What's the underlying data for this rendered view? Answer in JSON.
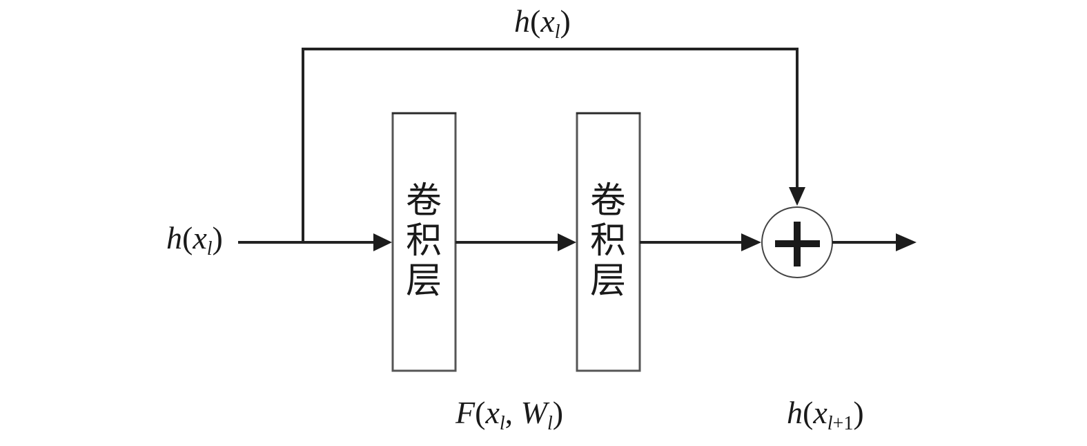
{
  "diagram": {
    "type": "residual-block",
    "labels": {
      "skip_top": {
        "fn": "h",
        "var": "x",
        "sub": "l"
      },
      "input": {
        "fn": "h",
        "var": "x",
        "sub": "l"
      },
      "residual": {
        "fn": "F",
        "var": "x",
        "sub": "l",
        "var2": "W",
        "sub2": "l"
      },
      "output": {
        "fn": "h",
        "var": "x",
        "sub": "l+1"
      }
    },
    "layers": [
      {
        "chars": [
          "卷",
          "积",
          "层"
        ]
      },
      {
        "chars": [
          "卷",
          "积",
          "层"
        ]
      }
    ],
    "sum_symbol": "+",
    "connections": [
      "input -> conv-layer-1",
      "conv-layer-1 -> conv-layer-2",
      "conv-layer-2 -> sum-node",
      "input -> skip-connection -> sum-node",
      "sum-node -> output"
    ]
  }
}
